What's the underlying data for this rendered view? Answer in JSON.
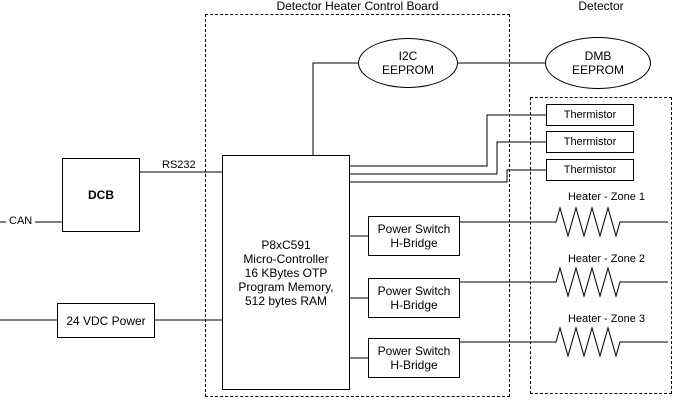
{
  "titles": {
    "board": "Detector Heater Control Board",
    "detector": "Detector"
  },
  "labels": {
    "can": "CAN",
    "rs232": "RS232"
  },
  "blocks": {
    "dcb": "DCB",
    "power_supply": "24 VDC Power",
    "mcu": {
      "lines": [
        "P8xC591",
        "Micro-Controller",
        "16 KBytes OTP",
        "Program Memory,",
        "512 bytes RAM"
      ]
    },
    "i2c_eeprom": {
      "line1": "I2C",
      "line2": "EEPROM"
    },
    "dmb_eeprom": {
      "line1": "DMB",
      "line2": "EEPROM"
    },
    "thermistors": [
      "Thermistor",
      "Thermistor",
      "Thermistor"
    ],
    "power_switches": [
      {
        "line1": "Power Switch",
        "line2": "H-Bridge"
      },
      {
        "line1": "Power Switch",
        "line2": "H-Bridge"
      },
      {
        "line1": "Power Switch",
        "line2": "H-Bridge"
      }
    ],
    "heaters": [
      "Heater - Zone 1",
      "Heater - Zone 2",
      "Heater - Zone 3"
    ]
  }
}
